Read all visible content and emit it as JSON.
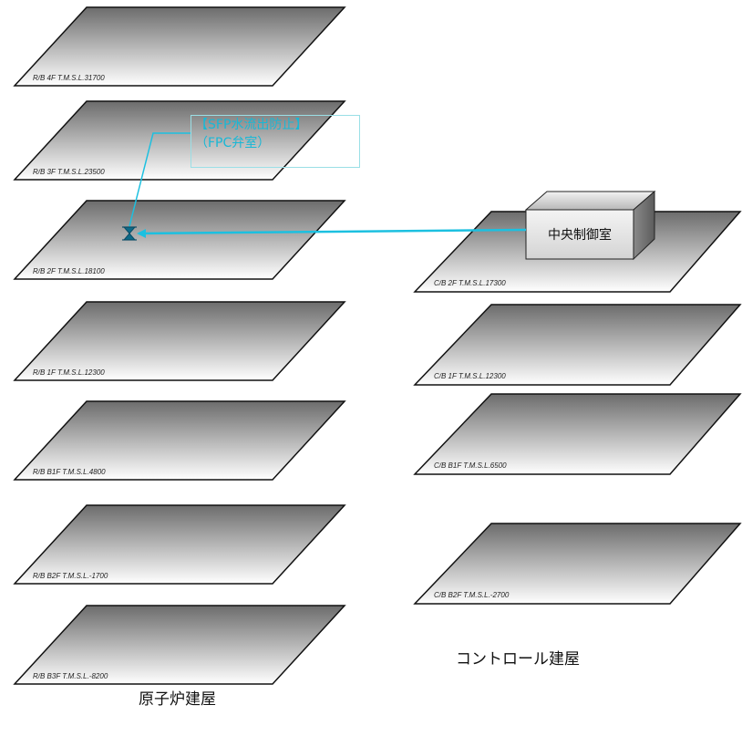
{
  "reactor_building": {
    "title": "原子炉建屋",
    "floors": [
      "R/B 4F  T.M.S.L.31700",
      "R/B 3F  T.M.S.L.23500",
      "R/B 2F  T.M.S.L.18100",
      "R/B 1F  T.M.S.L.12300",
      "R/B B1F T.M.S.L.4800",
      "R/B B2F T.M.S.L.-1700",
      "R/B B3F T.M.S.L.-8200"
    ]
  },
  "control_building": {
    "title": "コントロール建屋",
    "floors": [
      "C/B 2F  T.M.S.L.17300",
      "C/B 1F  T.M.S.L.12300",
      "C/B B1F T.M.S.L.6500",
      "C/B B2F T.M.S.L.-2700"
    ],
    "room": "中央制御室"
  },
  "callout": {
    "line1": "【SFP水流出防止】",
    "line2": "（FPC弁室）"
  },
  "colors": {
    "connector": "#1cc0e0",
    "floor_dark": "#6e6e6e",
    "floor_light": "#ffffff"
  }
}
